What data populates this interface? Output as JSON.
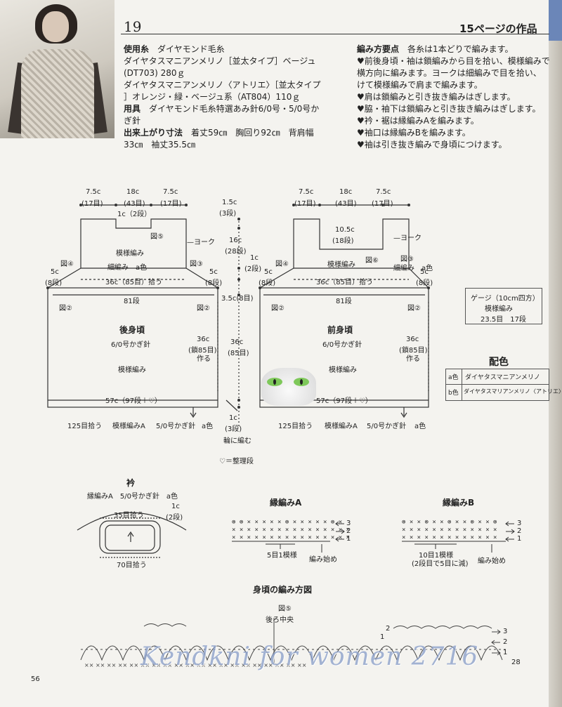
{
  "pattern_number": "19",
  "page_ref": "15ページの作品",
  "page_number": "56",
  "materials": {
    "yarn_label": "使用糸",
    "yarn_brand": "ダイヤモンド毛糸",
    "yarn_line1": "ダイヤタスマニアンメリノ［並太タイプ］ベージュ",
    "yarn_line2": "(DT703) 280ｇ",
    "yarn_line3": "ダイヤタスマニアンメリノ〈アトリエ〉［並太タイプ",
    "yarn_line4": "］オレンジ・緑・ベージュ系（AT804）110ｇ",
    "tools_label": "用具",
    "tools_line1": "ダイヤモンド毛糸特選あみ針6/0号・5/0号か",
    "tools_line2": "ぎ針",
    "size_label": "出来上がり寸法",
    "size_line1": "着丈59㎝　胸回り92㎝　背肩幅",
    "size_line2": "33㎝　袖丈35.5㎝"
  },
  "points": {
    "label": "編み方要点",
    "intro": "各糸は1本どりで編みます。",
    "items": [
      "♥前後身頃・袖は鎖編みから目を拾い、模様編みで",
      "横方向に編みます。ヨークは細編みで目を拾い、",
      "けて模様編みで肩まで編みます。",
      "♥肩は鎖編みと引き抜き編みはぎします。",
      "♥脇・袖下は鎖編みと引き抜き編みはぎします。",
      "♥衿・裾は縁編みAを編みます。",
      "♥袖口は縁編みBを編みます。",
      "♥袖は引き抜き編みで身頃につけます。"
    ]
  },
  "back": {
    "top_left": "7.5c",
    "top_left_sub": "(17目)",
    "top_mid": "18c",
    "top_mid_sub": "(43目)",
    "top_right": "7.5c",
    "top_right_sub": "(17目)",
    "neck": "1c（2段）",
    "fig5": "図⑤",
    "yoke": "ヨーク",
    "pattern": "模様編み",
    "sc": "細編み　a色",
    "fig4": "図④",
    "fig3": "図③",
    "arm_l": "5c",
    "arm_l_sub": "(8段)",
    "arm_r": "5c",
    "arm_r_sub": "(8段)",
    "pickup": "36c（85目）拾う",
    "rows81": "81段",
    "fig2l": "図②",
    "fig2r": "図②",
    "title": "後身頃",
    "needle": "6/0号かぎ針",
    "body_pattern": "模様編み",
    "side1": "36c",
    "side2": "(鎖85目)",
    "side3": "作る",
    "hem": "57c（97段＋♡）",
    "bottom1": "125目拾う",
    "bottom2": "模様編みA",
    "bottom3": "5/0号かぎ針",
    "bottom4": "a色"
  },
  "center": {
    "v1": "1.5c",
    "v1s": "(3段)",
    "v2": "16c",
    "v2s": "(28段)",
    "v3": "1c",
    "v3s": "(2段)",
    "v4": "3.5c",
    "v4s": "(8目)",
    "v5": "36c",
    "v5s": "(85目)",
    "v6": "1c",
    "v6s": "(3段)",
    "ring": "輪に編む",
    "note": "♡＝整理段"
  },
  "front": {
    "top_left": "7.5c",
    "top_left_sub": "(17目)",
    "top_mid": "18c",
    "top_mid_sub": "(43目)",
    "top_right": "7.5c",
    "top_right_sub": "(17目)",
    "neck": "10.5c",
    "neck_sub": "(18段)",
    "yoke": "ヨーク",
    "fig6": "図⑥",
    "pattern": "模様編み",
    "fig4": "図④",
    "fig3": "図③",
    "sc": "細編み　a色",
    "arm_l": "5c",
    "arm_l_sub": "(8段)",
    "arm_r": "5c",
    "arm_r_sub": "(8段)",
    "pickup": "36c（85目）拾う",
    "rows81": "81段",
    "fig2l": "図②",
    "fig2r": "図②",
    "title": "前身頃",
    "needle": "6/0号かぎ針",
    "body_pattern": "模様編み",
    "side1": "36c",
    "side2": "(鎖85目)",
    "side3": "作る",
    "hem": "57c（97段＋♡）",
    "bottom1": "125目拾う",
    "bottom2": "模様編みA",
    "bottom3": "5/0号かぎ針",
    "bottom4": "a色"
  },
  "gauge": {
    "title": "ゲージ（10cm四方）",
    "line1": "模様編み",
    "line2": "23.5目　17段"
  },
  "colors": {
    "title": "配色",
    "a_key": "a色",
    "a_val": "ダイヤタスマニアンメリノ",
    "b_key": "b色",
    "b_val": "ダイヤタスマリアンメリノ〈アトリエ〉"
  },
  "collar": {
    "title": "衿",
    "sub": "縁編みA　5/0号かぎ針　a色",
    "top": "35目拾う",
    "bottom": "70目拾う",
    "side": "1c",
    "side_sub": "(2段)"
  },
  "edgeA": {
    "title": "縁編みA",
    "repeat": "5目1模様",
    "start": "編み始め",
    "rows": [
      "3",
      "2",
      "1"
    ]
  },
  "edgeB": {
    "title": "縁編みB",
    "repeat": "10目1模様",
    "repeat_sub": "(2段目で5目に減)",
    "start": "編み始め",
    "rows": [
      "3",
      "2",
      "1"
    ]
  },
  "chart": {
    "title": "身頃の編み方図",
    "fig": "図⑤",
    "center": "後ろ中央",
    "row_labels": [
      "3",
      "2",
      "1",
      "28"
    ],
    "markers": [
      "2",
      "1"
    ]
  },
  "watermark": "Kendkni for women 2716",
  "accent_blue": "#6b86b8"
}
